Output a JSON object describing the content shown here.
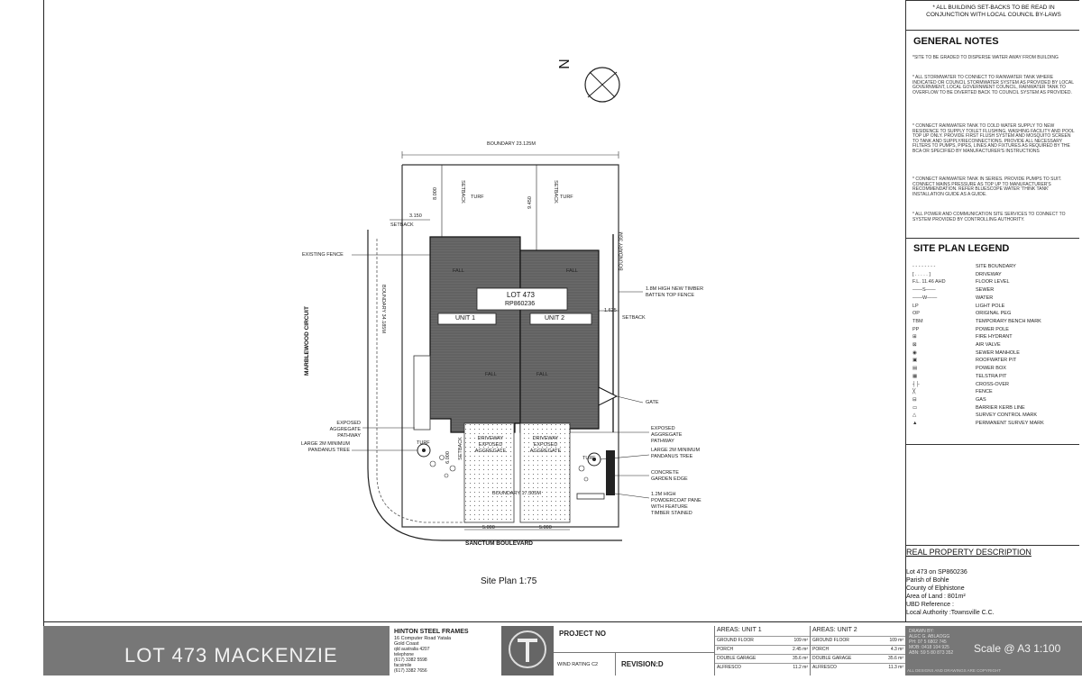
{
  "notes": {
    "setback_note": "* ALL BUILDING SET-BACKS TO BE READ IN CONJUNCTION WITH LOCAL COUNCIL BY-LAWS",
    "general_title": "GENERAL NOTES",
    "items": [
      "*SITE TO BE GRADED TO DISPERSE WATER AWAY FROM BUILDING",
      "* ALL STORMWATER TO CONNECT TO RAINWATER TANK WHERE INDICATED OR COUNCIL STORMWATER SYSTEM AS PROVIDED BY LOCAL GOVERNMENT, LOCAL GOVERNMENT COUNCIL, RAINWATER TANK TO OVERFLOW TO BE DIVERTED BACK TO COUNCIL SYSTEM AS PROVIDED.",
      "* CONNECT RAINWATER TANK TO COLD WATER SUPPLY TO NEW RESIDENCE TO SUPPLY TOILET FLUSHING, WASHING FACILITY AND POOL TOP UP ONLY. PROVIDE FIRST FLUSH SYSTEM AND MOSQUITO SCREEN TO TANK AND SUPPLY/RECONNECTIONS. PROVIDE ALL NECESSARY FILTERS TO PUMPS, PIPES, LINES AND FIXTURES AS REQUIRED BY THE BCA OR SPECIFIED BY MANUFACTURER'S INSTRUCTIONS",
      "* CONNECT RAINWATER TANK IN SERIES. PROVIDE PUMPS TO SUIT. CONNECT MAINS PRESSURE AS TOP UP TO MANUFACTURER'S RECOMMENDATION. REFER BLUESCOPE WATER 'THINK TANK' INSTALLATION GUIDE AS A GUIDE.",
      "* ALL POWER AND COMMUNICATION SITE SERVICES TO CONNECT TO SYSTEM PROVIDED BY CONTROLLING AUTHORITY."
    ]
  },
  "legend": {
    "title": "SITE PLAN LEGEND",
    "rows": [
      {
        "sym": "- - - - - - - -",
        "label": "SITE BOUNDARY"
      },
      {
        "sym": "[ . . . . . ]",
        "label": "DRIVEWAY"
      },
      {
        "sym": "F.L. 11.46 AHD",
        "label": "FLOOR LEVEL"
      },
      {
        "sym": "——S——",
        "label": "SEWER"
      },
      {
        "sym": "——W——",
        "label": "WATER"
      },
      {
        "sym": "LP",
        "label": "LIGHT POLE"
      },
      {
        "sym": "OP",
        "label": "ORIGINAL PEG"
      },
      {
        "sym": "TBM",
        "label": "TEMPORARY BENCH MARK"
      },
      {
        "sym": "PP",
        "label": "POWER POLE"
      },
      {
        "sym": "⊞",
        "label": "FIRE HYDRANT"
      },
      {
        "sym": "⊠",
        "label": "AIR VALVE"
      },
      {
        "sym": "◉",
        "label": "SEWER MANHOLE"
      },
      {
        "sym": "▣",
        "label": "ROOFWATER PIT"
      },
      {
        "sym": "▤",
        "label": "POWER BOX"
      },
      {
        "sym": "▦",
        "label": "TELSTRA PIT"
      },
      {
        "sym": "┤├",
        "label": "CROSS-OVER"
      },
      {
        "sym": "╳",
        "label": "FENCE"
      },
      {
        "sym": "⊟",
        "label": "GAS"
      },
      {
        "sym": "▭",
        "label": "BARRIER KERB LINE"
      },
      {
        "sym": "△",
        "label": "SURVEY CONTROL MARK"
      },
      {
        "sym": "▲",
        "label": "PERMANENT SURVEY MARK"
      }
    ]
  },
  "property": {
    "title": "REAL PROPERTY DESCRIPTION",
    "lines": [
      "Lot 473 on SP860236",
      "Parish of Bohle",
      "County of Elphistone",
      "Area of Land : 801m²",
      "UBD Reference :",
      "Local Authority :Townsville C.C."
    ]
  },
  "plan": {
    "north": "N",
    "boundary_top": "BOUNDARY 23.125M",
    "boundary_right": "BOUNDARY 35M",
    "boundary_left": "BOUNDARY 34.185M",
    "boundary_bottom": "BOUNDARY 17.305M",
    "street_left": "MARBLEWOOD CIRCUIT",
    "street_bottom": "SANCTUM BOULEVARD",
    "lot": "LOT 473",
    "rp": "RP860236",
    "unit1": "UNIT 1",
    "unit2": "UNIT 2",
    "turf": "TURF",
    "setback": "SETBACK",
    "fall": "FALL",
    "dim_8000": "8.000",
    "dim_9450": "9.450",
    "dim_3150": "3.150",
    "dim_1625": "1.625",
    "dim_6000": "6.000",
    "dim_5000": "5.000",
    "driveway_text": "DRIVEWAY EXPOSED AGGREGATE",
    "callouts": {
      "existing_fence": "EXISTING FENCE",
      "timber_fence": "1.8M HIGH NEW TIMBER BATTEN TOP FENCE",
      "gate": "GATE",
      "exposed_left": "EXPOSED AGGREGATE PATHWAY",
      "pandanus_left": "LARGE 2M MINIMUM PANDANUS TREE",
      "exposed_right": "EXPOSED AGGREGATE PATHWAY",
      "pandanus_right": "LARGE 2M MINIMUM PANDANUS TREE",
      "garden_edge": "CONCRETE GARDEN EDGE",
      "powdercoat": "1.2M HIGH POWDERCOAT PANE WITH FEATURE TIMBER STAINED"
    },
    "caption": "Site Plan  1:75"
  },
  "title_block": {
    "project_name": "LOT 473 MACKENZIE",
    "company": "HINTON STEEL FRAMES",
    "company_lines": [
      "16 Computer Road Yatala",
      "Gold Coast",
      "qld australia 4207",
      "telephone",
      "(617) 3382 5598",
      "facsimile",
      "(617) 3382 7656"
    ],
    "project_no_label": "PROJECT NO",
    "wind_rating": "WIND RATING C2",
    "revision": "REVISION:D",
    "areas_unit1_title": "AREAS: UNIT 1",
    "areas_unit2_title": "AREAS: UNIT 2",
    "areas_unit1": [
      [
        "GROUND FLOOR",
        "109 m²"
      ],
      [
        "PORCH",
        "2.45 m²"
      ],
      [
        "DOUBLE GARAGE",
        "35.6 m²"
      ],
      [
        "ALFRESCO",
        "11.2 m²"
      ]
    ],
    "areas_unit2": [
      [
        "GROUND FLOOR",
        "109 m²"
      ],
      [
        "PORCH",
        "4.3 m²"
      ],
      [
        "DOUBLE GARAGE",
        "35.6 m²"
      ],
      [
        "ALFRESCO",
        "11.3 m²"
      ]
    ],
    "drawn_by": [
      "DRAWN BY:",
      "ALEC G. ABLAOGG",
      "PH: 07 5 6802 745",
      "MOB: 0418 104 925",
      "ABN: 59 5 80 873 352"
    ],
    "scale": "Scale @ A3 1:100",
    "copyright": "ALL DESIGNS AND DRAWINGS ARE COPYRIGHT"
  }
}
